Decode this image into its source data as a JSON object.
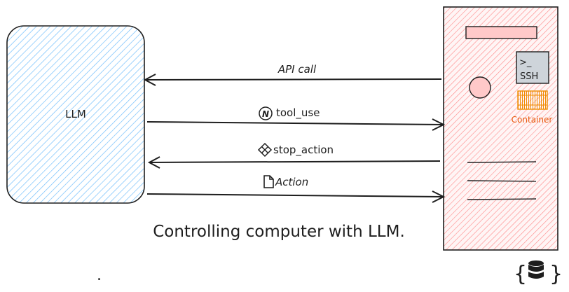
{
  "llm": {
    "label": "LLM",
    "fill": "#a5d8ff",
    "stroke": "#1e1e1e"
  },
  "server": {
    "fill": "#ffc9c9",
    "stroke": "#1e1e1e",
    "ssh_prompt": ">_",
    "ssh_label": "SSH",
    "container_label": "Container",
    "container_color": "#f08c00"
  },
  "arrows": [
    {
      "label": "API call",
      "direction": "to-llm",
      "icon": ""
    },
    {
      "label": "tool_use",
      "direction": "to-server",
      "icon": "n-circle-icon"
    },
    {
      "label": "stop_action",
      "direction": "to-llm",
      "icon": "x-diamond-icon"
    },
    {
      "label": "Action",
      "direction": "to-server",
      "icon": "document-icon"
    }
  ],
  "caption": "Controlling computer with LLM.",
  "dot": ".",
  "database_icon": "database-braces-icon"
}
